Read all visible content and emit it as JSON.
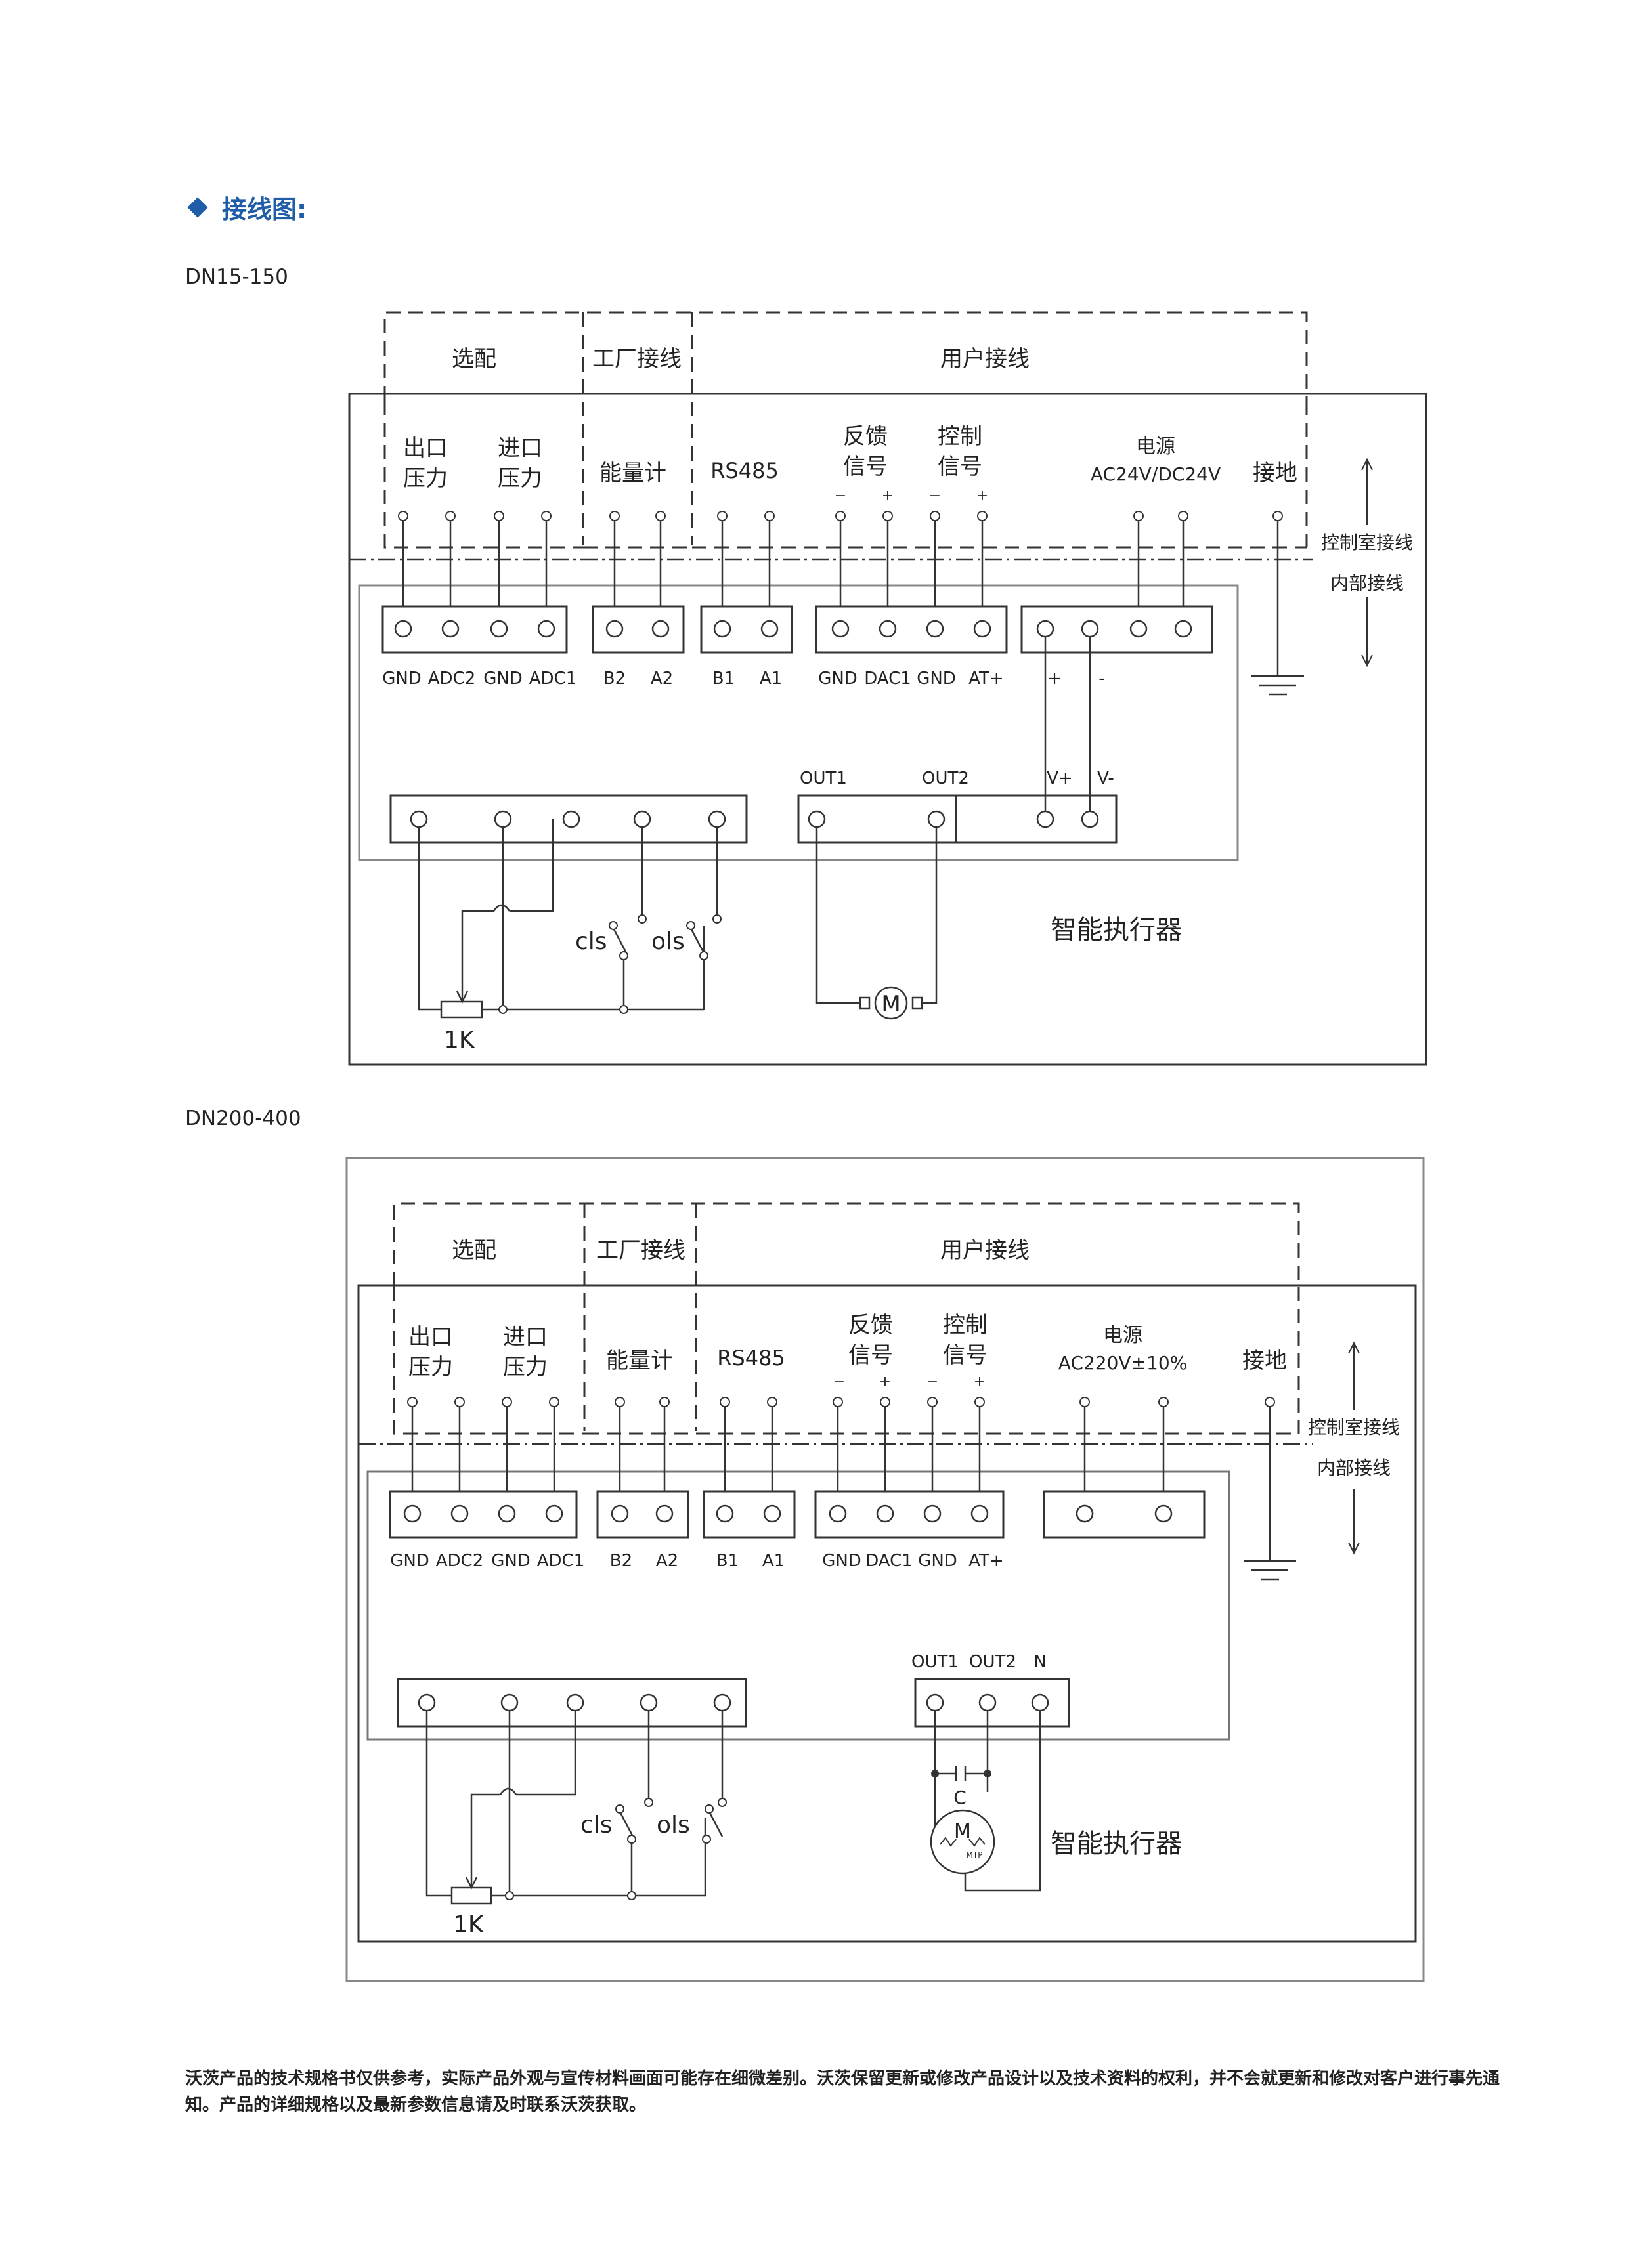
{
  "page": {
    "section_title": "接线图:",
    "footer": "沃茨产品的技术规格书仅供参考，实际产品外观与宣传材料画面可能存在细微差别。沃茨保留更新或修改产品设计以及技术资料的权利，并不会就更新和修改对客户进行事先通知。产品的详细规格以及最新参数信息请及时联系沃茨获取。"
  },
  "diagram1": {
    "model": "DN15-150",
    "zone_optional": "选配",
    "zone_factory": "工厂接线",
    "zone_user": "用户接线",
    "outlet_pressure_1": "出口",
    "outlet_pressure_2": "压力",
    "inlet_pressure_1": "进口",
    "inlet_pressure_2": "压力",
    "energy_meter": "能量计",
    "rs485": "RS485",
    "feedback_1": "反馈",
    "feedback_2": "信号",
    "control_1": "控制",
    "control_2": "信号",
    "power_1": "电源",
    "power_2": "AC24V/DC24V",
    "ground": "接地",
    "control_room": "控制室接线",
    "internal": "内部接线",
    "minus": "−",
    "plus": "+",
    "t_gnd1": "GND",
    "t_adc2": "ADC2",
    "t_gnd2": "GND",
    "t_adc1": "ADC1",
    "t_b2": "B2",
    "t_a2": "A2",
    "t_b1": "B1",
    "t_a1": "A1",
    "t_gnd3": "GND",
    "t_dac1": "DAC1",
    "t_gnd4": "GND",
    "t_at": "AT+",
    "t_pplus": "+",
    "t_pminus": "-",
    "out1": "OUT1",
    "out2": "OUT2",
    "vplus": "V+",
    "vminus": "V-",
    "cls": "cls",
    "ols": "ols",
    "pot": "1K",
    "motor": "M",
    "actuator": "智能执行器"
  },
  "diagram2": {
    "model": "DN200-400",
    "zone_optional": "选配",
    "zone_factory": "工厂接线",
    "zone_user": "用户接线",
    "outlet_pressure_1": "出口",
    "outlet_pressure_2": "压力",
    "inlet_pressure_1": "进口",
    "inlet_pressure_2": "压力",
    "energy_meter": "能量计",
    "rs485": "RS485",
    "feedback_1": "反馈",
    "feedback_2": "信号",
    "control_1": "控制",
    "control_2": "信号",
    "power_1": "电源",
    "power_2": "AC220V±10%",
    "ground": "接地",
    "control_room": "控制室接线",
    "internal": "内部接线",
    "minus": "−",
    "plus": "+",
    "t_gnd1": "GND",
    "t_adc2": "ADC2",
    "t_gnd2": "GND",
    "t_adc1": "ADC1",
    "t_b2": "B2",
    "t_a2": "A2",
    "t_b1": "B1",
    "t_a1": "A1",
    "t_gnd3": "GND",
    "t_dac1": "DAC1",
    "t_gnd4": "GND",
    "t_at": "AT+",
    "out1": "OUT1",
    "out2": "OUT2",
    "n": "N",
    "cls": "cls",
    "ols": "ols",
    "pot": "1K",
    "motor": "M",
    "mtp": "MTP",
    "cap": "C",
    "actuator": "智能执行器"
  }
}
